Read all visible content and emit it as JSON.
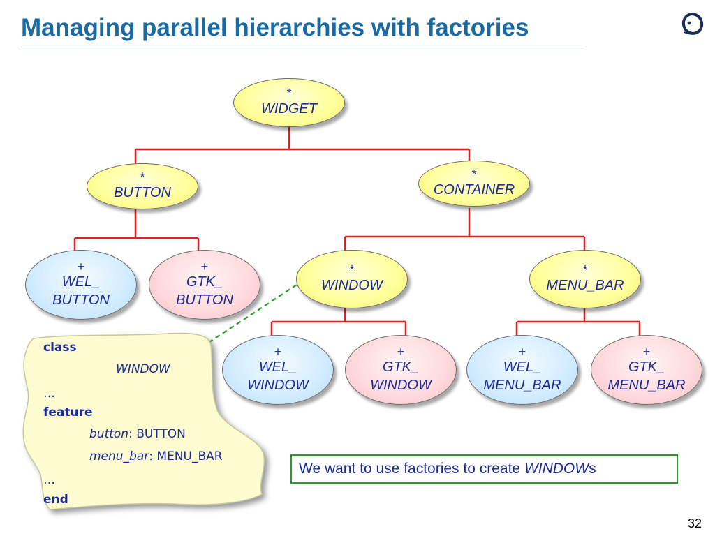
{
  "slide": {
    "title": "Managing parallel hierarchies with factories",
    "page_number": "32",
    "logo_icon": "eiffel-logo-icon"
  },
  "nodes": {
    "widget": {
      "mark": "*",
      "label": "WIDGET"
    },
    "button": {
      "mark": "*",
      "label": "BUTTON"
    },
    "container": {
      "mark": "*",
      "label": "CONTAINER"
    },
    "wel_button": {
      "mark": "+",
      "label_1": "WEL_",
      "label_2": "BUTTON"
    },
    "gtk_button": {
      "mark": "+",
      "label_1": "GTK_",
      "label_2": "BUTTON"
    },
    "window": {
      "mark": "*",
      "label": "WINDOW"
    },
    "menu_bar": {
      "mark": "*",
      "label": "MENU_BAR"
    },
    "wel_window": {
      "mark": "+",
      "label_1": "WEL_",
      "label_2": "WINDOW"
    },
    "gtk_window": {
      "mark": "+",
      "label_1": "GTK_",
      "label_2": "WINDOW"
    },
    "wel_menu_bar": {
      "mark": "+",
      "label_1": "WEL_",
      "label_2": "MENU_BAR"
    },
    "gtk_menu_bar": {
      "mark": "+",
      "label_1": "GTK_",
      "label_2": "MENU_BAR"
    }
  },
  "code": {
    "class_kw": "class",
    "class_name": "WINDOW",
    "ellipsis_1": "…",
    "feature_kw": "feature",
    "button_name": "button",
    "button_type": ": BUTTON",
    "menu_bar_name": "menu_bar",
    "menu_bar_type": ": MENU_BAR",
    "ellipsis_2": "…",
    "end_kw": "end"
  },
  "callout": {
    "text_before": "We want to use factories to create ",
    "text_italic": "WINDOW",
    "text_after": "s"
  },
  "colors": {
    "title": "#1a6aa0",
    "inheritance_lines": "#dd2222",
    "dashed_arrow": "#2e9a2e",
    "node_text": "#1b2b99",
    "deferred_fill": "#ffff9a",
    "wel_fill": "#d2ecff",
    "gtk_fill": "#ffd9dc"
  }
}
